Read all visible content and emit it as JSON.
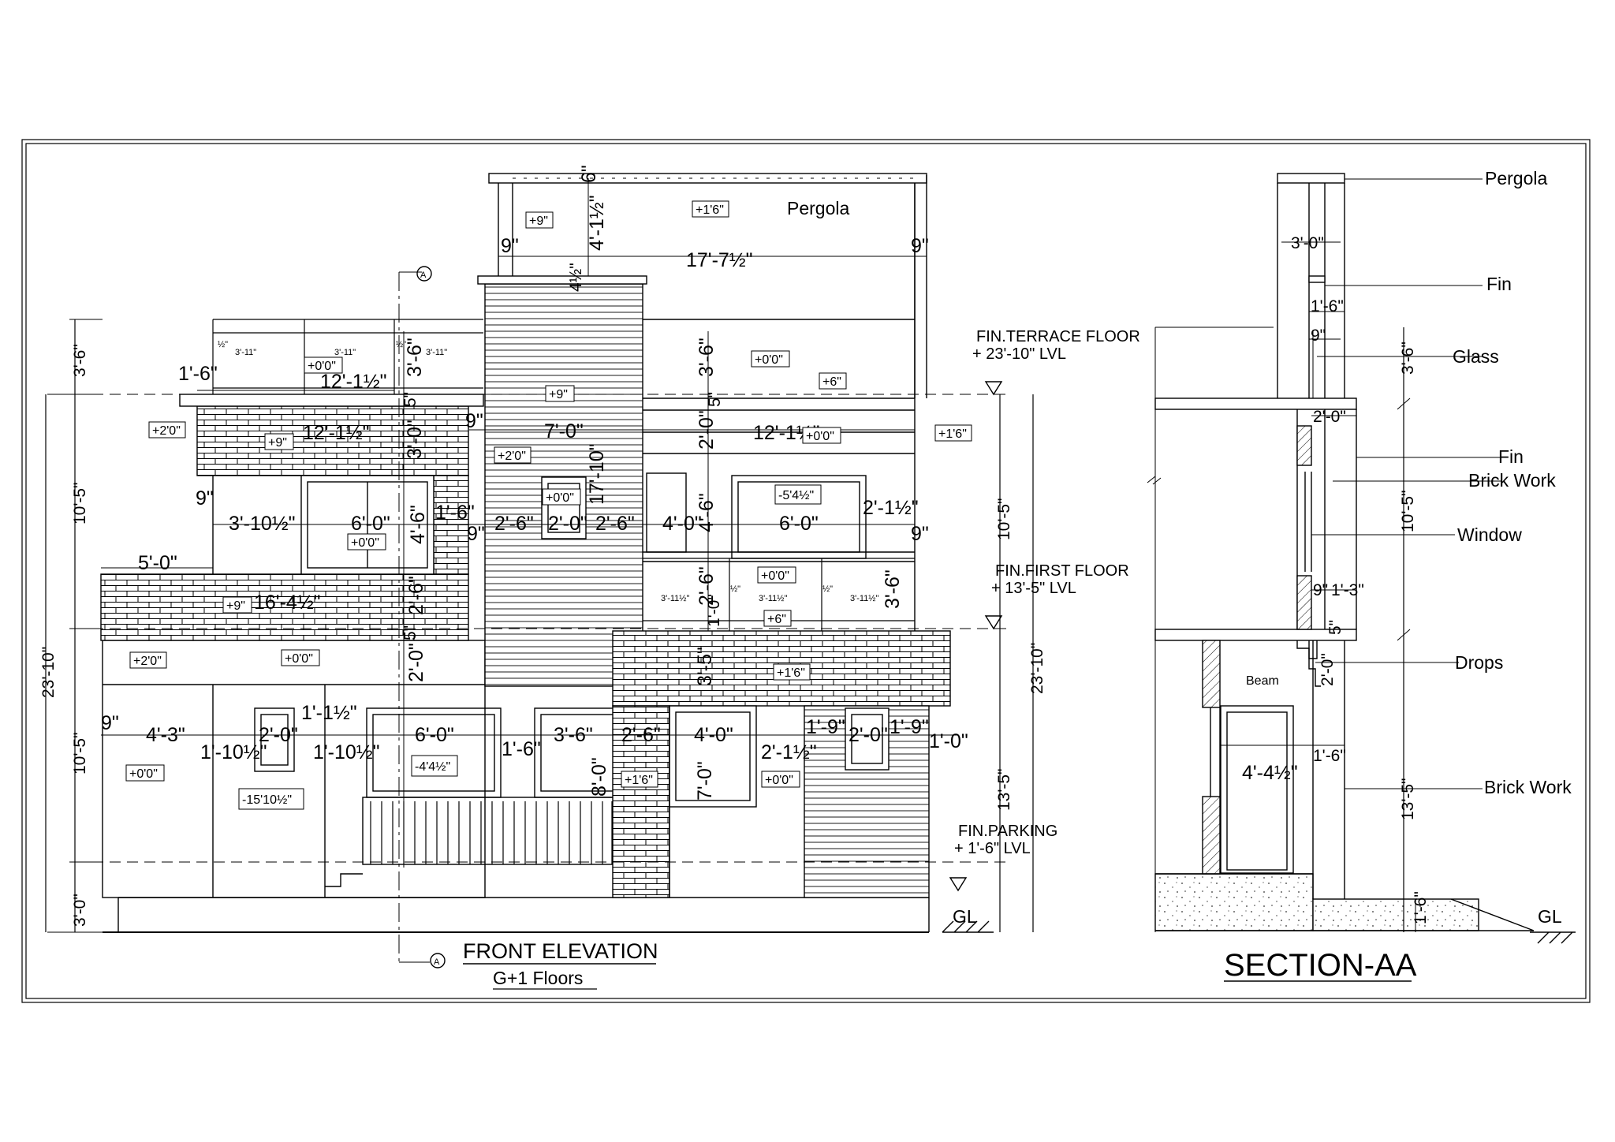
{
  "elevation": {
    "title": "FRONT ELEVATION",
    "subtitle": "G+1 Floors",
    "section_marker": "A",
    "pergola_label": "Pergola",
    "ground": "GL",
    "levels": [
      {
        "name": "FIN.TERRACE FLOOR",
        "value": "+ 23'-10\" LVL"
      },
      {
        "name": "FIN.FIRST FLOOR",
        "value": "+ 13'-5\" LVL"
      },
      {
        "name": "FIN.PARKING",
        "value": "+ 1'-6\" LVL"
      }
    ],
    "left_chain": [
      "3'-6\"",
      "10'-5\"",
      "10'-5\"",
      "3'-0\""
    ],
    "left_overall": "23'-10\"",
    "right_chain": [
      "10'-5\"",
      "13'-5\""
    ],
    "right_overall": "23'-10\"",
    "dims": {
      "d6": "6\"",
      "d4_1_2": "4'-1½\"",
      "d9a": "9\"",
      "d17_7": "17'-7½\"",
      "d9b": "9\"",
      "d4_5": "4½\"",
      "d3_6a": "3'-6\"",
      "d1_6a": "1'-6\"",
      "d12_1a": "12'-1½\"",
      "d3_6b": "3'-6\"",
      "d3_11a": "3'-11\"",
      "d3_11b": "3'-11\"",
      "d3_11c": "3'-11\"",
      "d1_2a": "½\"",
      "d1_2b": "½\"",
      "d12_1b": "12'-1½\"",
      "d3_0a": "3'-0\"",
      "d5a": "5\"",
      "d9c": "9\"",
      "d7_0": "7'-0\"",
      "d2_0a": "2'-0\"",
      "d5b": "5\"",
      "d12_1c": "12'-1½\"",
      "d9d": "9\"",
      "d3_10": "3'-10½\"",
      "d6_0a": "6'-0\"",
      "d4_6a": "4'-6\"",
      "d1_6b": "1'-6\"",
      "d9e": "9\"",
      "d2_6a": "2'-6\"",
      "d2_0b": "2'-0\"",
      "d2_6b": "2'-6\"",
      "d4_0a": "4'-0\"",
      "d4_6b": "4'-6\"",
      "d6_0b": "6'-0\"",
      "d2_1a": "2'-1½\"",
      "d9f": "9\"",
      "d17_10": "17'-10\"",
      "d3_6c": "3'-6\"",
      "d5_0": "5'-0\"",
      "d16_4": "16'-4½\"",
      "d2_6c": "2'-6\"",
      "d2_6d": "2'-6\"",
      "d3_11d": "3'-11½\"",
      "d3_11e": "3'-11½\"",
      "d3_11f": "3'-11½\"",
      "d1_2c": "½\"",
      "d1_2d": "½\"",
      "d3_6d": "3'-6\"",
      "d1_0a": "1'-0\"",
      "d5c": "5\"",
      "d2_0c": "2'-0\"",
      "d3_5": "3'-5\"",
      "d9g": "9\"",
      "d4_3": "4'-3\"",
      "d1_10a": "1'-10½\"",
      "d2_0d": "2'-0\"",
      "d1_1": "1'-1½\"",
      "d1_10b": "1'-10½\"",
      "d6_0c": "6'-0\"",
      "d1_6c": "1'-6\"",
      "d3_6e": "3'-6\"",
      "d2_6e": "2'-6\"",
      "d4_0b": "4'-0\"",
      "d2_1b": "2'-1½\"",
      "d1_9a": "1'-9\"",
      "d2_0e": "2'-0\"",
      "d1_9b": "1'-9\"",
      "d1_0b": "1'-0\"",
      "d8_0": "8'-0\"",
      "d7_0b": "7'-0\""
    },
    "tags": {
      "t1": "+9\"",
      "t2": "+1'6\"",
      "t3": "+0'0\"",
      "t4": "+0'0\"",
      "t5": "+9\"",
      "t6": "+6\"",
      "t7": "+2'0\"",
      "t8": "+9\"",
      "t9": "+0'0\"",
      "t10": "+1'6\"",
      "t11": "+2'0\"",
      "t12": "+0'0\"",
      "t13": "-5'4½\"",
      "t14": "+0'0\"",
      "t15": "+0'0\"",
      "t16": "+9\"",
      "t17": "+6\"",
      "t18": "+2'0\"",
      "t19": "+0'0\"",
      "t20": "+1'6\"",
      "t21": "+0'0\"",
      "t22": "-4'4½\"",
      "t23": "+1'6\"",
      "t24": "+0'0\"",
      "t25": "-15'10½\""
    }
  },
  "section": {
    "title": "SECTION-AA",
    "ground": "GL",
    "callouts": {
      "pergola": "Pergola",
      "fin1": "Fin",
      "glass": "Glass",
      "fin2": "Fin",
      "brick1": "Brick Work",
      "window": "Window",
      "drops": "Drops",
      "brick2": "Brick Work"
    },
    "beam": "Beam",
    "dims": {
      "s3_0": "3'-0\"",
      "s1_6a": "1'-6\"",
      "s9a": "9\"",
      "s3_6": "3'-6\"",
      "s2_0a": "2'-0\"",
      "s10_5": "10'-5\"",
      "s9b": "9\"",
      "s1_3": "1'-3\"",
      "s5": "5\"",
      "s2_0b": "2'-0\"",
      "s4_4": "4'-4½\"",
      "s1_6b": "1'-6\"",
      "s13_5": "13'-5\"",
      "s1_6c": "1'-6\""
    }
  }
}
